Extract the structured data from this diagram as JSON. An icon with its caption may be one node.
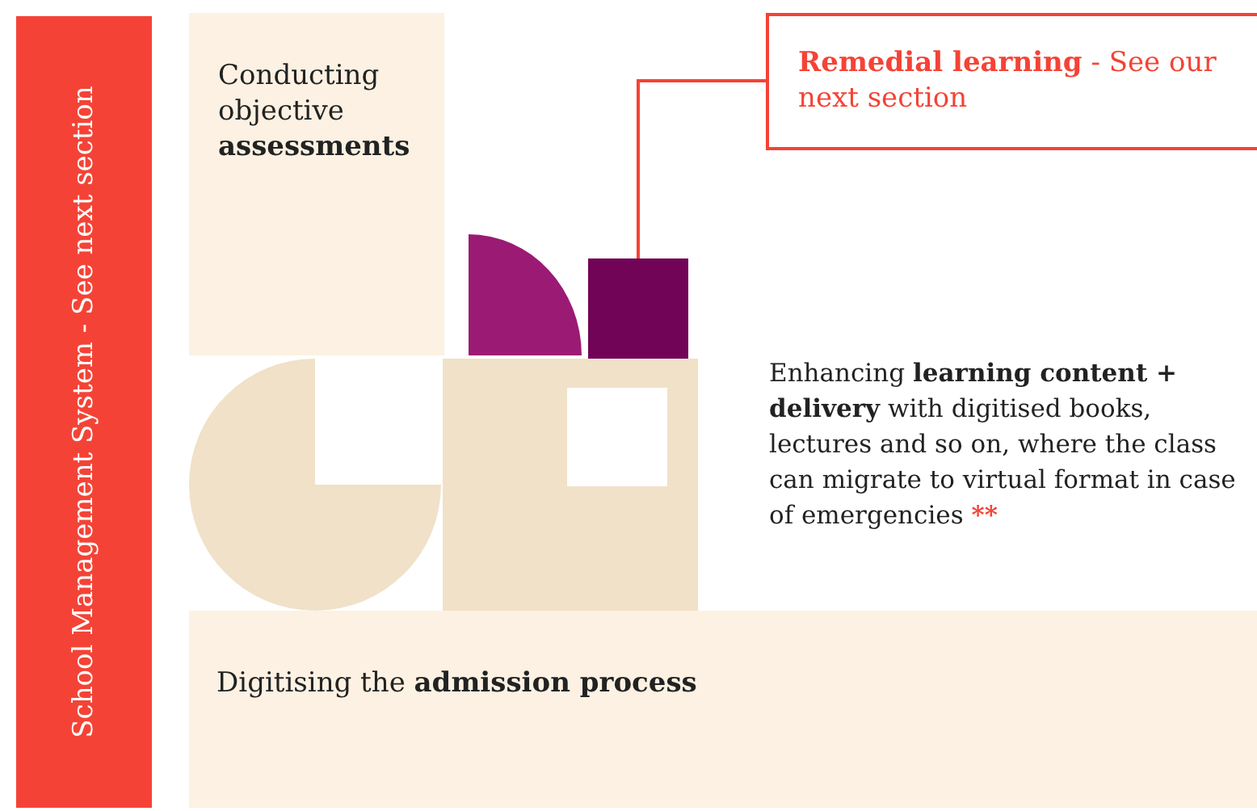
{
  "diagram": {
    "nodes": [
      {
        "text": [
          "School Management System - See next section"
        ]
      },
      {
        "text": [
          "Conducting objective **assessments**"
        ]
      },
      {
        "text": [
          "**Remedial learning** - See our next section"
        ]
      },
      {
        "text": [],
        "shape": "box"
      },
      {
        "text": [
          "Digitising the **admission process**"
        ]
      }
    ],
    "edges": [
      {
        "from": 2,
        "to": 3,
        "arrow": "none"
      }
    ],
    "labels": [
      "Enhancing **learning content + delivery** with digitised books, lectures and so on, where the class can migrate to virtual format in case of emergencies",
      "**"
    ]
  }
}
